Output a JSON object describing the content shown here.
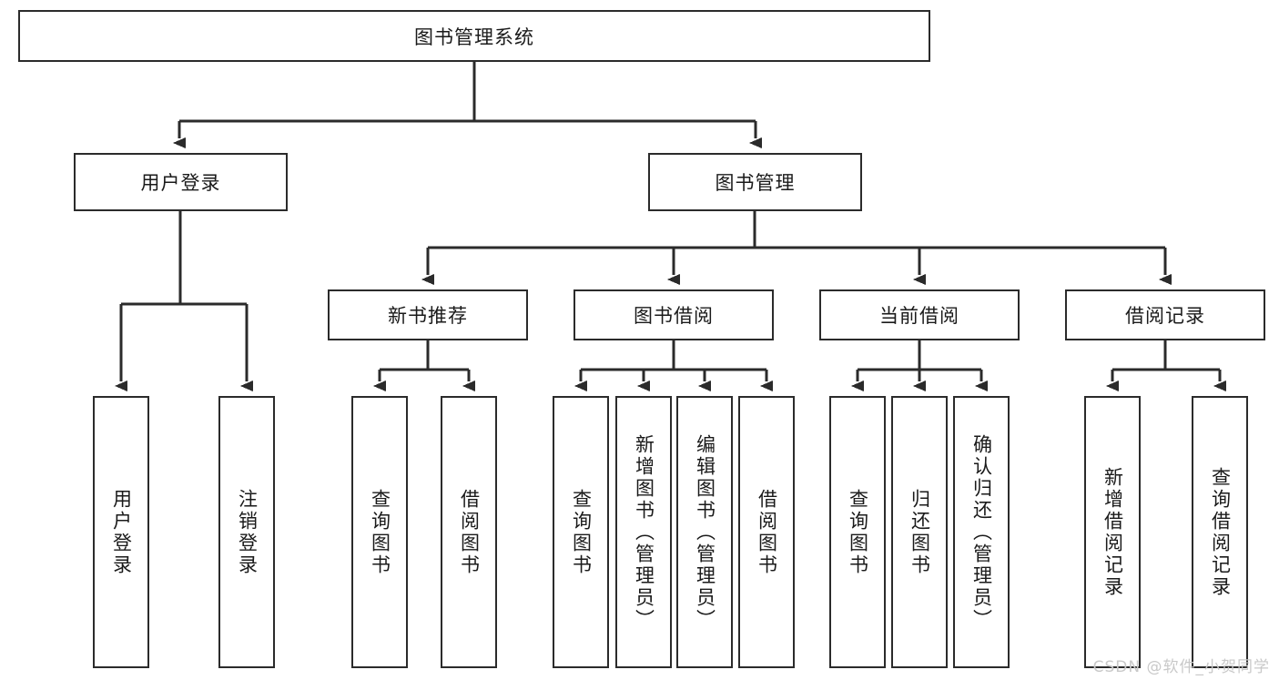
{
  "diagram": {
    "type": "tree-hierarchy",
    "title": "图书管理系统",
    "orientation": "top-down",
    "colors": {
      "box_border": "#2b2b2b",
      "box_fill": "#ffffff",
      "connector": "#2b2b2b",
      "text": "#1a1a1a",
      "watermark": "#c9c9c9",
      "background": "#ffffff"
    },
    "root": {
      "label": "图书管理系统"
    },
    "level2": [
      {
        "label": "用户登录"
      },
      {
        "label": "图书管理"
      }
    ],
    "level3": [
      {
        "label": "新书推荐"
      },
      {
        "label": "图书借阅"
      },
      {
        "label": "当前借阅"
      },
      {
        "label": "借阅记录"
      }
    ],
    "leaves": {
      "user_login": [
        {
          "label": "用户登录"
        },
        {
          "label": "注销登录"
        }
      ],
      "new_book_recommend": [
        {
          "label": "查询图书"
        },
        {
          "label": "借阅图书"
        }
      ],
      "book_borrow": [
        {
          "label": "查询图书"
        },
        {
          "label": "新增图书（管理员）"
        },
        {
          "label": "编辑图书（管理员）"
        },
        {
          "label": "借阅图书"
        }
      ],
      "current_borrow": [
        {
          "label": "查询图书"
        },
        {
          "label": "归还图书"
        },
        {
          "label": "确认归还（管理员）"
        }
      ],
      "borrow_record": [
        {
          "label": "新增借阅记录"
        },
        {
          "label": "查询借阅记录"
        }
      ]
    }
  },
  "watermark": {
    "text": "CSDN @软件_小贺同学"
  }
}
